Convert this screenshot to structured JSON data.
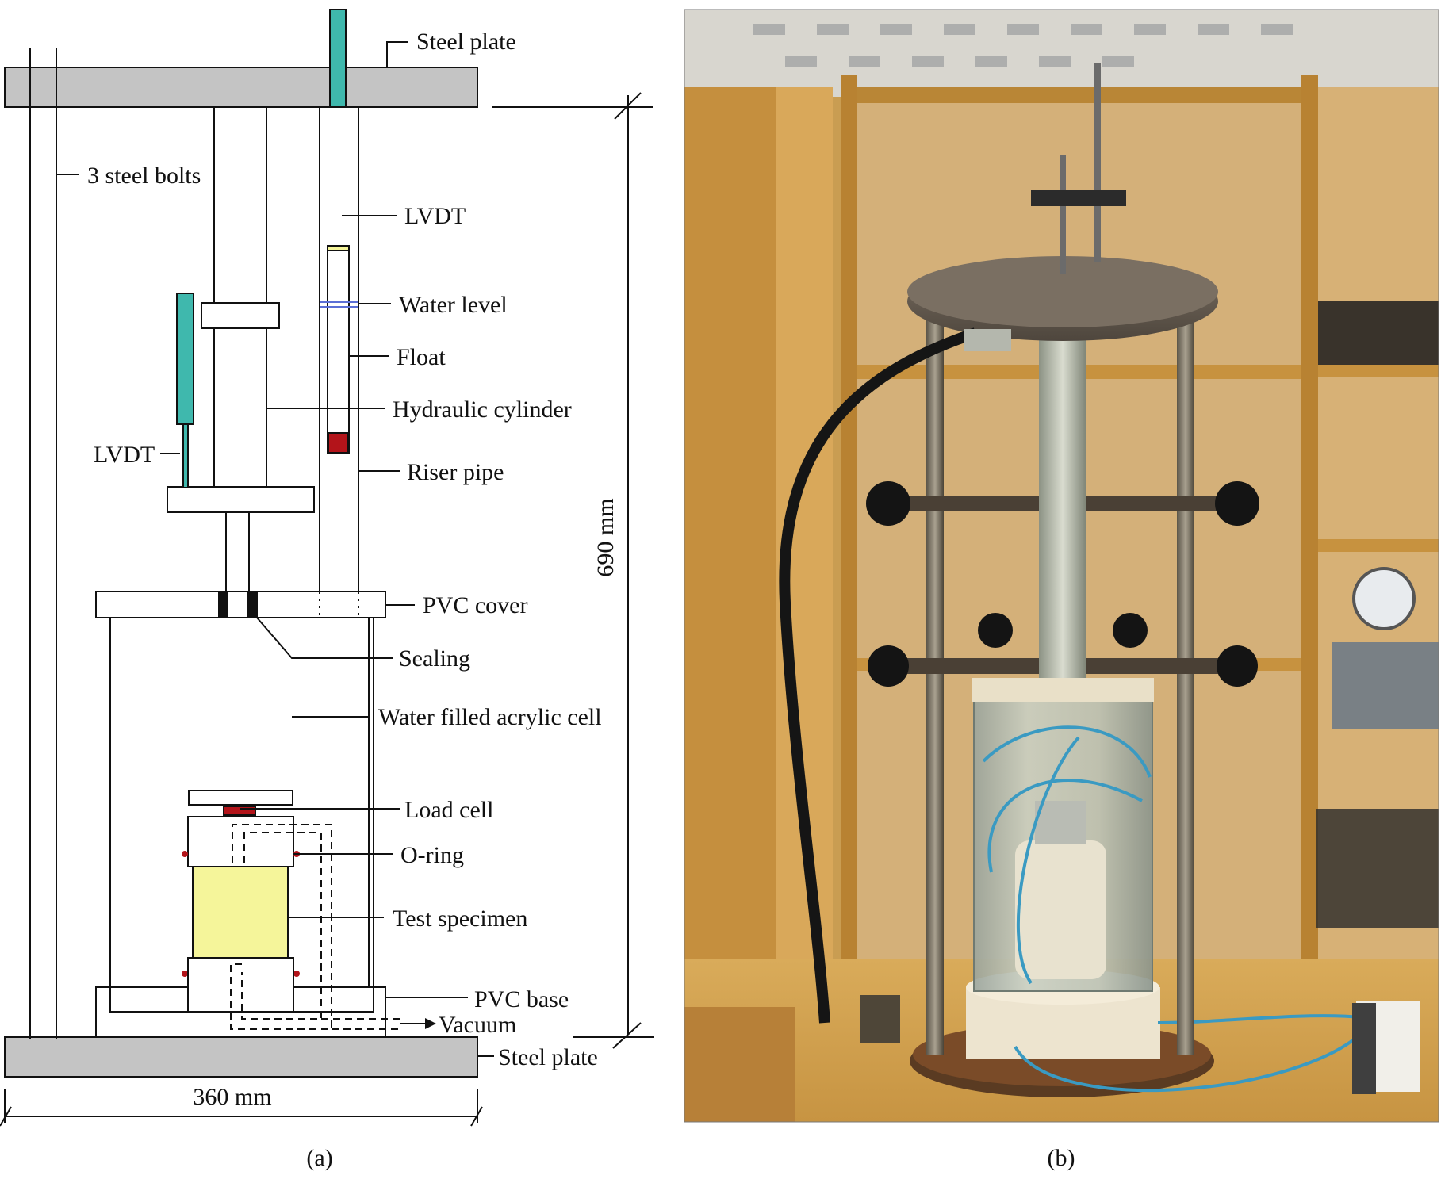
{
  "panel_a": {
    "caption": "(a)",
    "labels": {
      "steel_plate_top": "Steel plate",
      "steel_bolts": "3 steel bolts",
      "lvdt_top": "LVDT",
      "water_level": "Water level",
      "float": "Float",
      "hydraulic_cylinder": "Hydraulic cylinder",
      "lvdt_left": "LVDT",
      "riser_pipe": "Riser pipe",
      "pvc_cover": "PVC cover",
      "sealing": "Sealing",
      "water_cell": "Water filled acrylic cell",
      "load_cell": "Load cell",
      "o_ring": "O-ring",
      "test_specimen": "Test specimen",
      "pvc_base": "PVC base",
      "vacuum": "Vacuum",
      "steel_plate_bottom": "Steel plate"
    },
    "dimensions": {
      "height": "690 mm",
      "width": "360 mm"
    },
    "colors": {
      "steel": "#c4c4c4",
      "lvdt": "#3fb8ad",
      "specimen": "#f5f59a",
      "red": "#b3141a",
      "water_level_line": "#5b6fd6"
    }
  },
  "panel_b": {
    "caption": "(b)"
  }
}
